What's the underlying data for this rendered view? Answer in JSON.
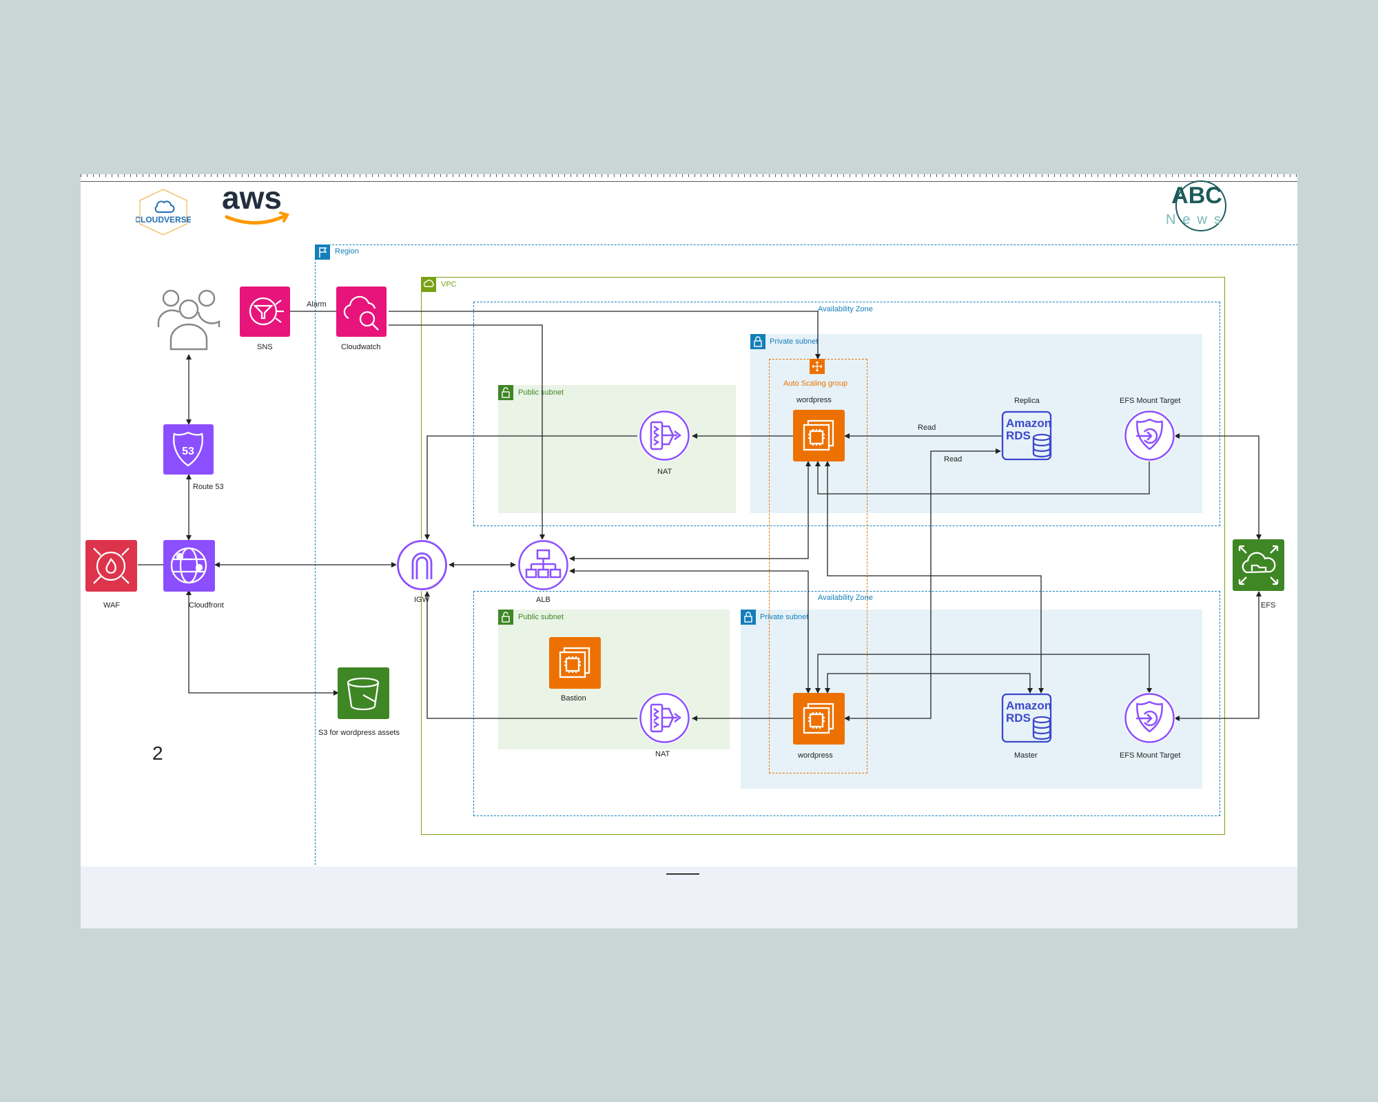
{
  "brand": {
    "cloudverse": "CLOUDVERSE",
    "aws": "aws",
    "abc": "ABC",
    "news": "News"
  },
  "groups": {
    "region": "Region",
    "vpc": "VPC",
    "az_top": "Availability Zone",
    "az_bottom": "Availability Zone",
    "public_subnet_top": "Public subnet",
    "public_subnet_bottom": "Public subnet",
    "private_subnet_top": "Private subnet",
    "private_subnet_bottom": "Private subnet",
    "asg": "Auto Scaling group"
  },
  "labels": {
    "sns": "SNS",
    "cloudwatch": "Cloudwatch",
    "alarm": "Alarm",
    "route53": "Route 53",
    "waf": "WAF",
    "cloudfront": "Cloudfront",
    "s3": "S3 for wordpress assets",
    "igw": "IGW",
    "alb": "ALB",
    "nat_top": "NAT",
    "nat_bottom": "NAT",
    "bastion": "Bastion",
    "wordpress_top": "wordpress",
    "wordpress_bottom": "wordpress",
    "replica": "Replica",
    "master": "Master",
    "rds_top_1": "Amazon",
    "rds_top_2": "RDS",
    "rds_bottom_1": "Amazon",
    "rds_bottom_2": "RDS",
    "efs_mt_top": "EFS Mount Target",
    "efs_mt_bottom": "EFS Mount Target",
    "efs": "EFS",
    "read_1": "Read",
    "read_2": "Read",
    "page_number": "2"
  },
  "colors": {
    "security": "#dd344c",
    "management": "#e7157b",
    "networking": "#8c4fff",
    "compute": "#ed7100",
    "storage": "#3f8624",
    "vpc_border": "#7aa116",
    "region_border": "#147eba",
    "public_subnet_fill": "#e9f3e6",
    "private_subnet_fill": "#e6f2f8"
  }
}
